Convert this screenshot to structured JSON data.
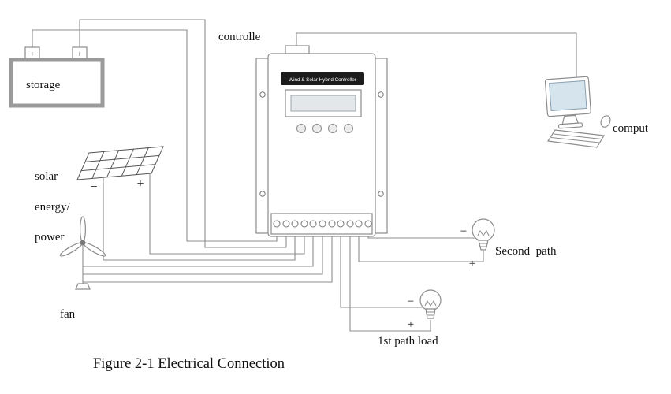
{
  "figure": {
    "caption": "Figure 2-1 Electrical Connection"
  },
  "labels": {
    "controller": "controlle",
    "storage": "storage",
    "computer": "comput",
    "source_line1": "solar",
    "source_line2": "energy/",
    "source_line3": "power",
    "fan": "fan",
    "second_path": "Second  path",
    "first_path_load": "1st path load"
  },
  "controller": {
    "title": "Wind & Solar Hybrid Controller"
  },
  "polarity": {
    "battery_left": "+",
    "battery_right": "+",
    "solar_minus": "−",
    "solar_plus": "+",
    "second_path_minus": "−",
    "second_path_plus": "+",
    "first_path_minus": "−",
    "first_path_plus": "+"
  },
  "colors": {
    "wire": "#8c8c8c",
    "outline": "#8c8c8c",
    "panel_grid": "#555555",
    "header_bg": "#1c1c1c",
    "screen": "#d6e4ee",
    "text": "#111111"
  }
}
